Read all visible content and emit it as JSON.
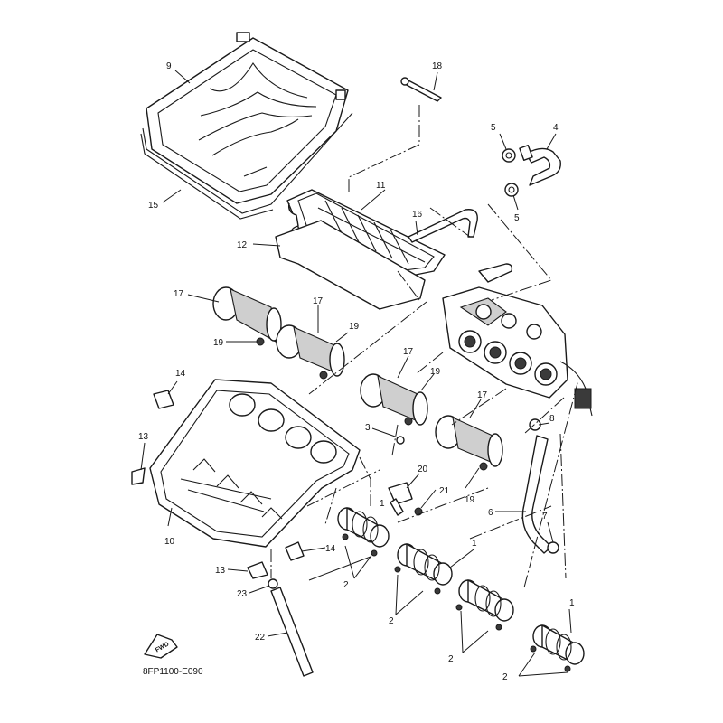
{
  "diagram": {
    "drawing_code": "8FP1100-E090",
    "direction_arrow_label": "FWD",
    "callouts": [
      "1",
      "2",
      "3",
      "4",
      "5",
      "6",
      "7",
      "8",
      "9",
      "10",
      "11",
      "12",
      "13",
      "14",
      "15",
      "16",
      "17",
      "18",
      "19",
      "20",
      "21",
      "22",
      "23"
    ]
  }
}
